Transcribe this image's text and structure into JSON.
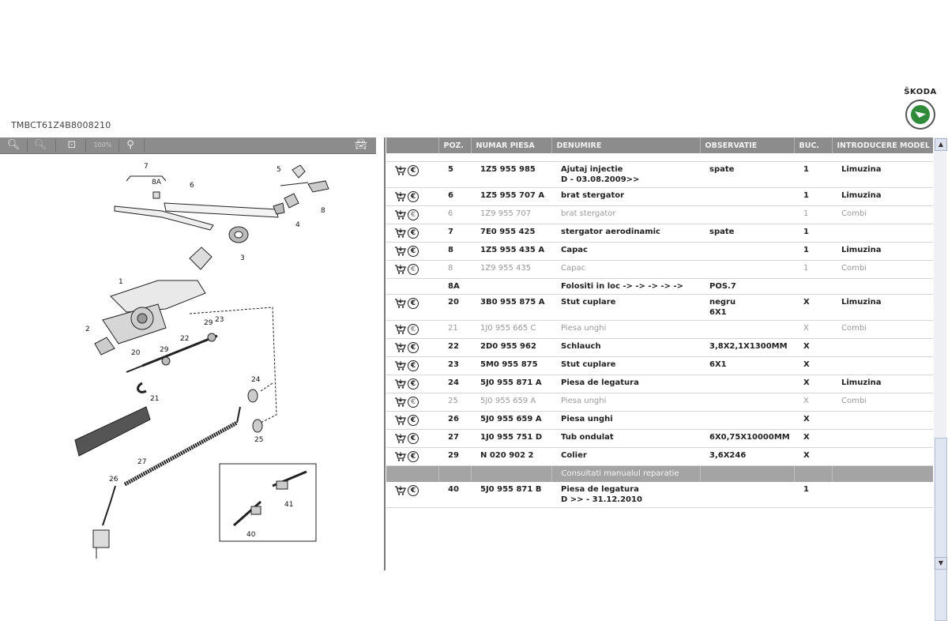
{
  "vin": "TMBCT61Z4B8008210",
  "brand": "ŠKODA",
  "viewer": {
    "zoom100": "100%",
    "labels": [
      "7",
      "8A",
      "6",
      "5",
      "8",
      "4",
      "3",
      "1",
      "2",
      "29",
      "23",
      "22",
      "20",
      "29",
      "21",
      "24",
      "25",
      "27",
      "26",
      "41",
      "40"
    ]
  },
  "table": {
    "headers": [
      "POZ.",
      "NUMAR PIESA",
      "DENUMIRE",
      "OBSERVATIE",
      "BUC.",
      "INTRODUCERE MODEL"
    ],
    "rows": [
      {
        "poz": "5",
        "nr": "1Z5 955 985",
        "den": "Ajutaj injectie",
        "den2": "D - 03.08.2009>>",
        "obs": "spate",
        "obs2": "",
        "buc": "1",
        "model": "Limuzina",
        "dim": false,
        "icons": true
      },
      {
        "poz": "6",
        "nr": "1Z5 955 707 A",
        "den": "brat stergator",
        "den2": "",
        "obs": "",
        "obs2": "",
        "buc": "1",
        "model": "Limuzina",
        "dim": false,
        "icons": true
      },
      {
        "poz": "6",
        "nr": "1Z9 955 707",
        "den": "brat stergator",
        "den2": "",
        "obs": "",
        "obs2": "",
        "buc": "1",
        "model": "Combi",
        "dim": true,
        "icons": true
      },
      {
        "poz": "7",
        "nr": "7E0 955 425",
        "den": "stergator aerodinamic",
        "den2": "",
        "obs": "spate",
        "obs2": "",
        "buc": "1",
        "model": "",
        "dim": false,
        "icons": true
      },
      {
        "poz": "8",
        "nr": "1Z5 955 435 A",
        "den": "Capac",
        "den2": "",
        "obs": "",
        "obs2": "",
        "buc": "1",
        "model": "Limuzina",
        "dim": false,
        "icons": true
      },
      {
        "poz": "8",
        "nr": "1Z9 955 435",
        "den": "Capac",
        "den2": "",
        "obs": "",
        "obs2": "",
        "buc": "1",
        "model": "Combi",
        "dim": true,
        "icons": true
      },
      {
        "poz": "8A",
        "nr": "",
        "den": "Folositi in loc -> -> -> -> ->",
        "den2": "",
        "obs": "POS.7",
        "obs2": "",
        "buc": "",
        "model": "",
        "dim": false,
        "icons": false
      },
      {
        "poz": "20",
        "nr": "3B0 955 875 A",
        "den": "Stut cuplare",
        "den2": "",
        "obs": "negru",
        "obs2": "6X1",
        "buc": "X",
        "model": "Limuzina",
        "dim": false,
        "icons": true
      },
      {
        "poz": "21",
        "nr": "1J0 955 665 C",
        "den": "Piesa unghi",
        "den2": "",
        "obs": "",
        "obs2": "",
        "buc": "X",
        "model": "Combi",
        "dim": true,
        "icons": true
      },
      {
        "poz": "22",
        "nr": "2D0 955 962",
        "den": "Schlauch",
        "den2": "",
        "obs": "3,8X2,1X1300MM",
        "obs2": "",
        "buc": "X",
        "model": "",
        "dim": false,
        "icons": true
      },
      {
        "poz": "23",
        "nr": "5M0 955 875",
        "den": "Stut cuplare",
        "den2": "",
        "obs": "6X1",
        "obs2": "",
        "buc": "X",
        "model": "",
        "dim": false,
        "icons": true
      },
      {
        "poz": "24",
        "nr": "5J0 955 871 A",
        "den": "Piesa de legatura",
        "den2": "",
        "obs": "",
        "obs2": "",
        "buc": "X",
        "model": "Limuzina",
        "dim": false,
        "icons": true
      },
      {
        "poz": "25",
        "nr": "5J0 955 659 A",
        "den": "Piesa unghi",
        "den2": "",
        "obs": "",
        "obs2": "",
        "buc": "X",
        "model": "Combi",
        "dim": true,
        "icons": true
      },
      {
        "poz": "26",
        "nr": "5J0 955 659 A",
        "den": "Piesa unghi",
        "den2": "",
        "obs": "",
        "obs2": "",
        "buc": "X",
        "model": "",
        "dim": false,
        "icons": true
      },
      {
        "poz": "27",
        "nr": "1J0 955 751 D",
        "den": "Tub ondulat",
        "den2": "",
        "obs": "6X0,75X10000MM",
        "obs2": "",
        "buc": "X",
        "model": "",
        "dim": false,
        "icons": true
      },
      {
        "poz": "29",
        "nr": "N  020 902 2",
        "den": "Colier",
        "den2": "",
        "obs": "3,6X246",
        "obs2": "",
        "buc": "X",
        "model": "",
        "dim": false,
        "icons": true
      },
      {
        "note": "Consultati manualul reparatie"
      },
      {
        "poz": "40",
        "nr": "5J0 955 871 B",
        "den": "Piesa de legatura",
        "den2": "D          >> - 31.12.2010",
        "obs": "",
        "obs2": "",
        "buc": "1",
        "model": "",
        "dim": false,
        "icons": true
      }
    ]
  }
}
